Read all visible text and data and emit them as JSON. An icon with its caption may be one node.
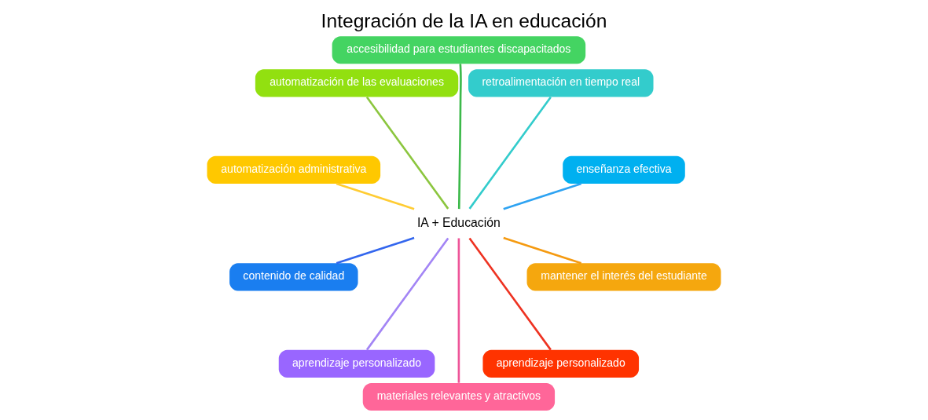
{
  "diagram": {
    "title": "Integración de la IA en educación",
    "nodes": [
      {
        "text": [
          "IA + Educación"
        ]
      },
      {
        "text": [
          "enseñanza efectiva"
        ]
      },
      {
        "text": [
          "retroalimentación en tiempo real"
        ]
      },
      {
        "text": [
          "accesibilidad para estudiantes discapacitados"
        ]
      },
      {
        "text": [
          "automatización de las evaluaciones"
        ]
      },
      {
        "text": [
          "automatización administrativa"
        ]
      },
      {
        "text": [
          "contenido de calidad"
        ]
      },
      {
        "text": [
          "aprendizaje personalizado"
        ]
      },
      {
        "text": [
          "materiales relevantes y atractivos"
        ]
      },
      {
        "text": [
          "aprendizaje personalizado"
        ]
      },
      {
        "text": [
          "mantener el interés del estudiante"
        ]
      }
    ],
    "edges": [
      {
        "from": 0,
        "to": 1,
        "arrow": "none",
        "color": "#2ea3f2"
      },
      {
        "from": 0,
        "to": 2,
        "arrow": "none",
        "color": "#33cccc"
      },
      {
        "from": 0,
        "to": 3,
        "arrow": "none",
        "color": "#3cb94a"
      },
      {
        "from": 0,
        "to": 4,
        "arrow": "none",
        "color": "#8cc63f"
      },
      {
        "from": 0,
        "to": 5,
        "arrow": "none",
        "color": "#ffcc33"
      },
      {
        "from": 0,
        "to": 6,
        "arrow": "none",
        "color": "#3366ee"
      },
      {
        "from": 0,
        "to": 7,
        "arrow": "none",
        "color": "#a385f5"
      },
      {
        "from": 0,
        "to": 8,
        "arrow": "none",
        "color": "#ee5599"
      },
      {
        "from": 0,
        "to": 9,
        "arrow": "none",
        "color": "#ee3322"
      },
      {
        "from": 0,
        "to": 10,
        "arrow": "none",
        "color": "#f59a10"
      }
    ]
  }
}
